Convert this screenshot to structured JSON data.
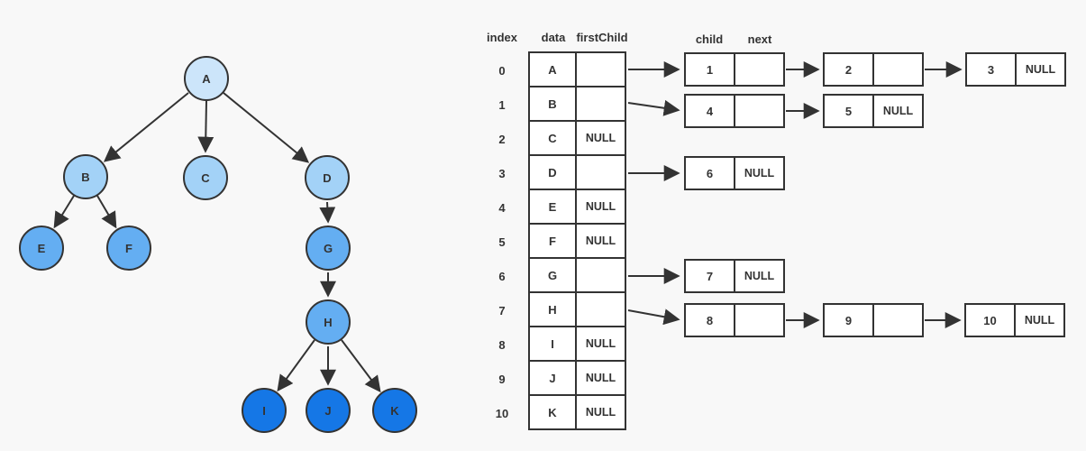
{
  "colors": {
    "background": "#f8f8f8",
    "line": "#333333",
    "level0_fill": "#cce5fa",
    "level1_fill": "#a3d2f7",
    "level2_fill": "#64aef2",
    "level3_fill": "#1577e6"
  },
  "tree": {
    "nodes": [
      {
        "label": "A",
        "fill": "#cce5fa"
      },
      {
        "label": "B",
        "fill": "#a3d2f7"
      },
      {
        "label": "C",
        "fill": "#a3d2f7"
      },
      {
        "label": "D",
        "fill": "#a3d2f7"
      },
      {
        "label": "E",
        "fill": "#64aef2"
      },
      {
        "label": "F",
        "fill": "#64aef2"
      },
      {
        "label": "G",
        "fill": "#64aef2"
      },
      {
        "label": "H",
        "fill": "#64aef2"
      },
      {
        "label": "I",
        "fill": "#1577e6"
      },
      {
        "label": "J",
        "fill": "#1577e6"
      },
      {
        "label": "K",
        "fill": "#1577e6"
      }
    ],
    "edges": [
      [
        "A",
        "B"
      ],
      [
        "A",
        "C"
      ],
      [
        "A",
        "D"
      ],
      [
        "B",
        "E"
      ],
      [
        "B",
        "F"
      ],
      [
        "D",
        "G"
      ],
      [
        "G",
        "H"
      ],
      [
        "H",
        "I"
      ],
      [
        "H",
        "J"
      ],
      [
        "H",
        "K"
      ]
    ]
  },
  "array_table": {
    "index_header": "index",
    "data_header": "data",
    "first_child_header": "firstChild",
    "rows": [
      {
        "index": "0",
        "data": "A",
        "firstChild": ""
      },
      {
        "index": "1",
        "data": "B",
        "firstChild": ""
      },
      {
        "index": "2",
        "data": "C",
        "firstChild": "NULL"
      },
      {
        "index": "3",
        "data": "D",
        "firstChild": ""
      },
      {
        "index": "4",
        "data": "E",
        "firstChild": "NULL"
      },
      {
        "index": "5",
        "data": "F",
        "firstChild": "NULL"
      },
      {
        "index": "6",
        "data": "G",
        "firstChild": ""
      },
      {
        "index": "7",
        "data": "H",
        "firstChild": ""
      },
      {
        "index": "8",
        "data": "I",
        "firstChild": "NULL"
      },
      {
        "index": "9",
        "data": "J",
        "firstChild": "NULL"
      },
      {
        "index": "10",
        "data": "K",
        "firstChild": "NULL"
      }
    ]
  },
  "linked_lists": {
    "child_header": "child",
    "next_header": "next",
    "nodes": [
      {
        "child": "1",
        "next": ""
      },
      {
        "child": "2",
        "next": ""
      },
      {
        "child": "3",
        "next": "NULL"
      },
      {
        "child": "4",
        "next": ""
      },
      {
        "child": "5",
        "next": "NULL"
      },
      {
        "child": "6",
        "next": "NULL"
      },
      {
        "child": "7",
        "next": "NULL"
      },
      {
        "child": "8",
        "next": ""
      },
      {
        "child": "9",
        "next": ""
      },
      {
        "child": "10",
        "next": "NULL"
      }
    ],
    "chains": [
      {
        "from_row": "0",
        "nodes": [
          "1",
          "2",
          "3"
        ]
      },
      {
        "from_row": "1",
        "nodes": [
          "4",
          "5"
        ]
      },
      {
        "from_row": "3",
        "nodes": [
          "6"
        ]
      },
      {
        "from_row": "6",
        "nodes": [
          "7"
        ]
      },
      {
        "from_row": "7",
        "nodes": [
          "8",
          "9",
          "10"
        ]
      }
    ]
  }
}
